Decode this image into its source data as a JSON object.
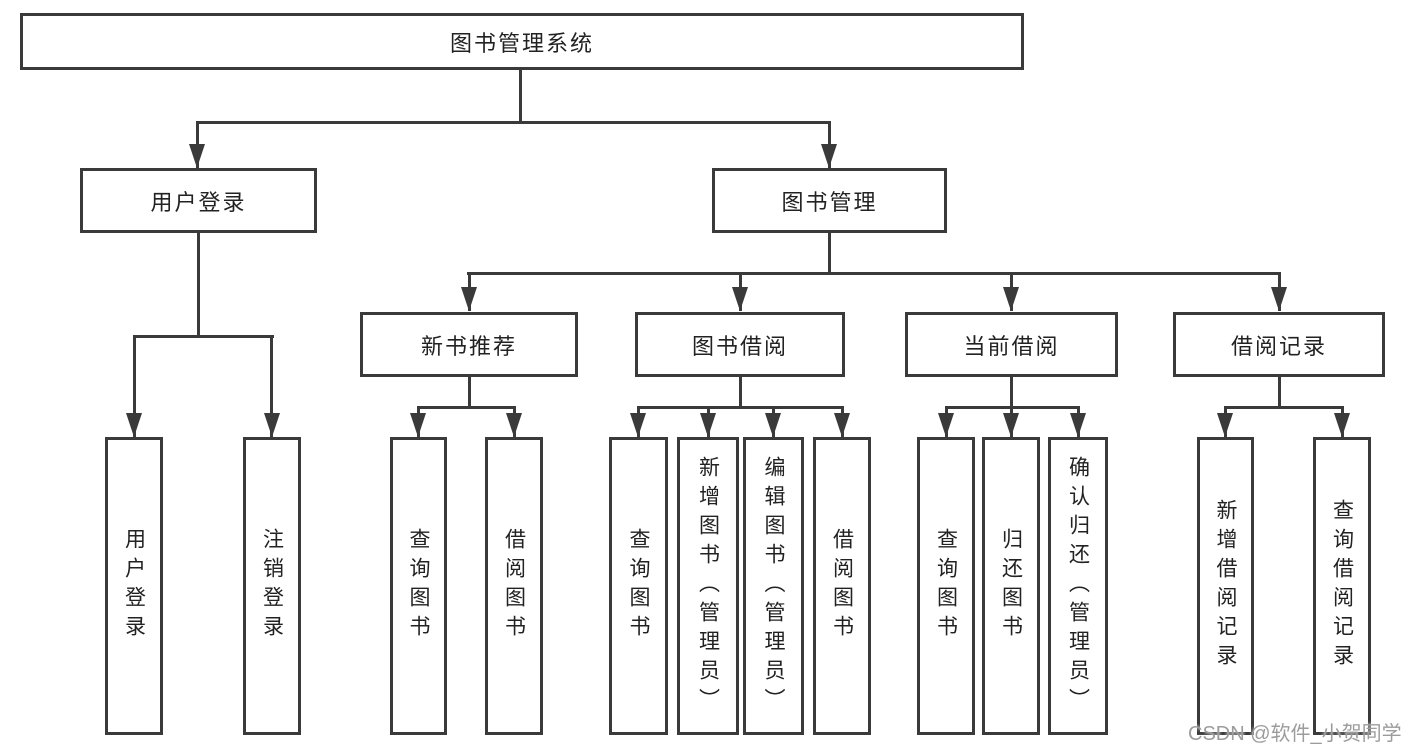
{
  "tree": {
    "label": "图书管理系统",
    "children": [
      {
        "label": "用户登录",
        "children": [
          {
            "label": "用户登录"
          },
          {
            "label": "注销登录"
          }
        ]
      },
      {
        "label": "图书管理",
        "children": [
          {
            "label": "新书推荐",
            "children": [
              {
                "label": "查询图书"
              },
              {
                "label": "借阅图书"
              }
            ]
          },
          {
            "label": "图书借阅",
            "children": [
              {
                "label": "查询图书"
              },
              {
                "label": "新增图书（管理员）"
              },
              {
                "label": "编辑图书（管理员）"
              },
              {
                "label": "借阅图书"
              }
            ]
          },
          {
            "label": "当前借阅",
            "children": [
              {
                "label": "查询图书"
              },
              {
                "label": "归还图书"
              },
              {
                "label": "确认归还（管理员）"
              }
            ]
          },
          {
            "label": "借阅记录",
            "children": [
              {
                "label": "新增借阅记录"
              },
              {
                "label": "查询借阅记录"
              }
            ]
          }
        ]
      }
    ]
  },
  "watermark": {
    "text": "CSDN @软件_小贺同学"
  },
  "colors": {
    "line": "#3a3a3a",
    "text": "#222222",
    "watermark": "#9c9c9c",
    "bg": "#ffffff"
  }
}
